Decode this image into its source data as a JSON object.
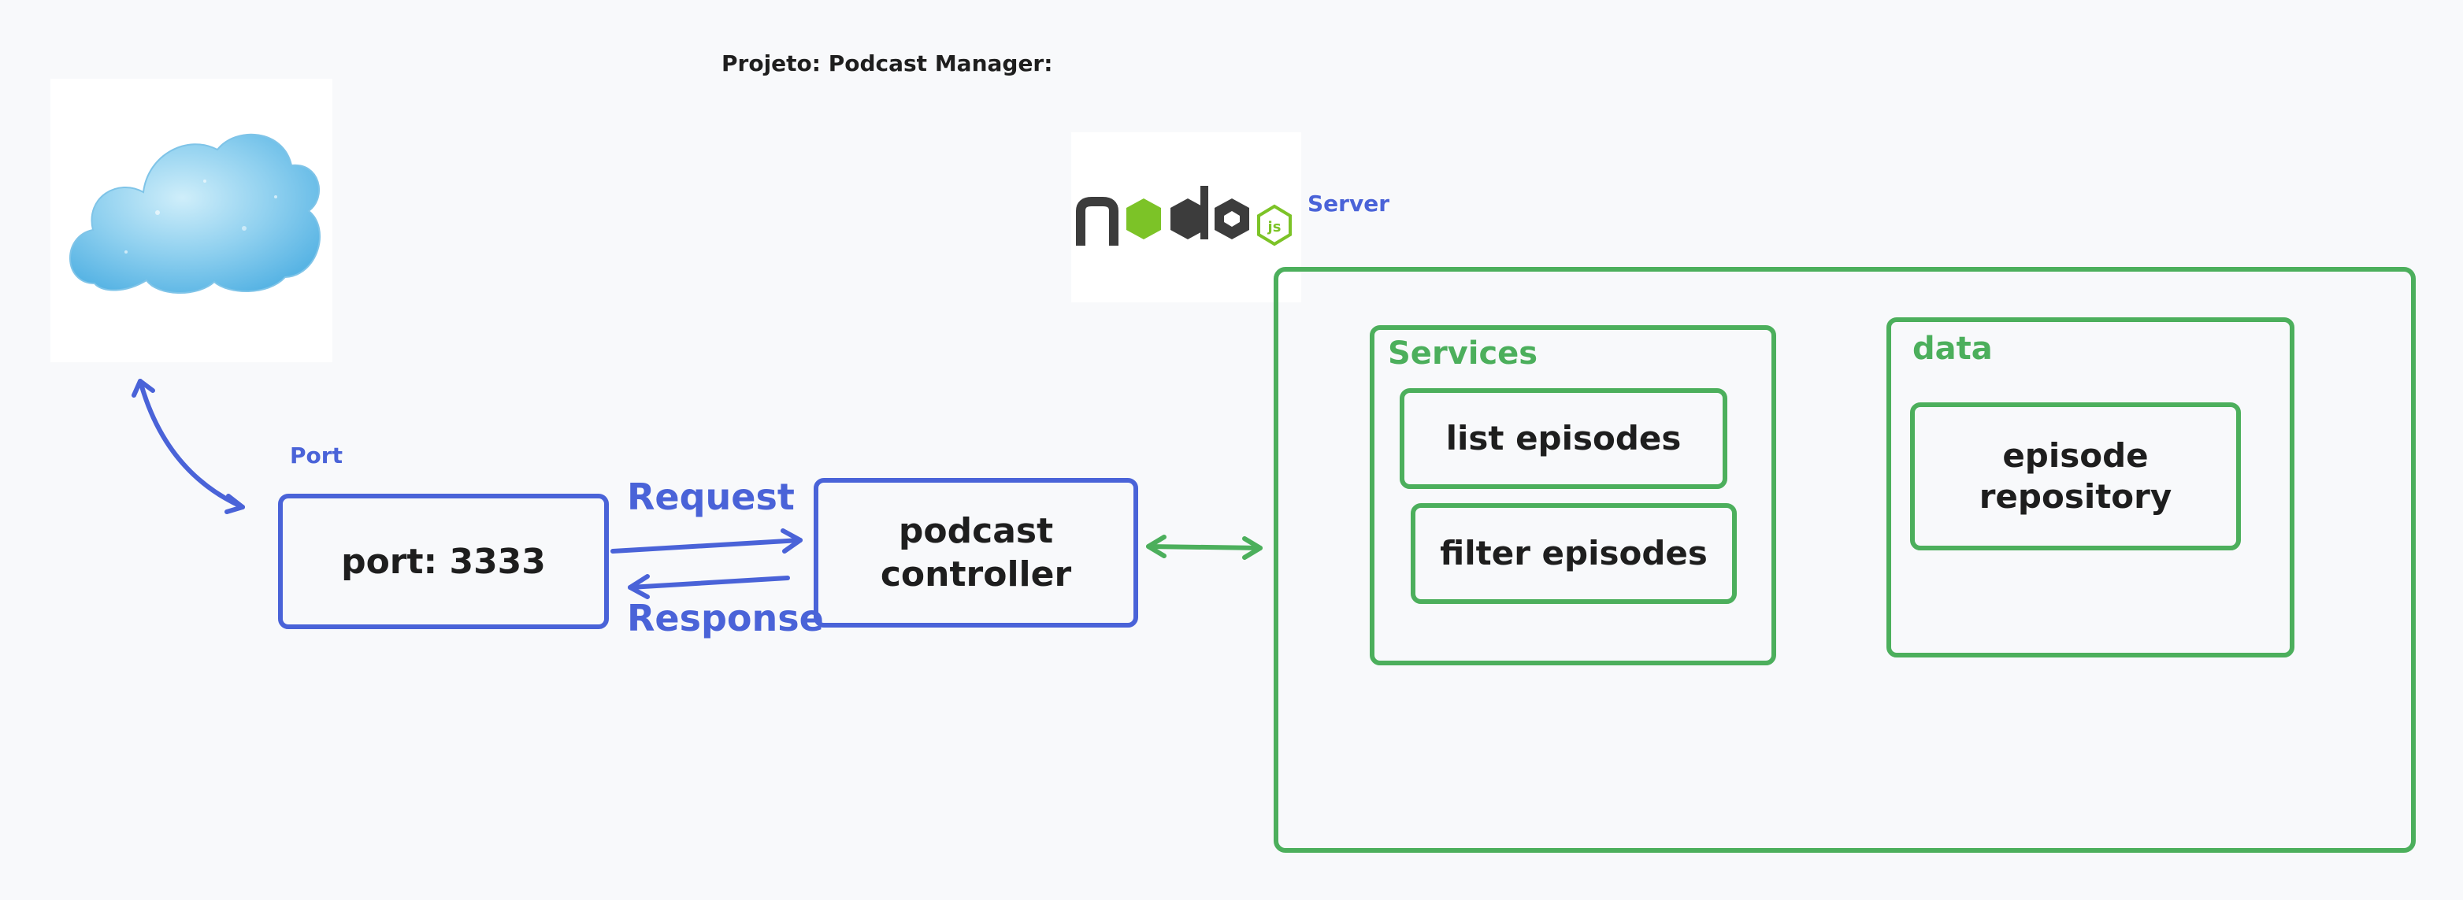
{
  "title": "Projeto: Podcast Manager:",
  "labels": {
    "port": "Port",
    "server": "Server",
    "request": "Request",
    "response": "Response",
    "services": "Services",
    "data": "data"
  },
  "boxes": {
    "port_box": "port: 3333",
    "controller_line1": "podcast",
    "controller_line2": "controller",
    "list_episodes": "list episodes",
    "filter_episodes": "filter episodes",
    "repository_line1": "episode",
    "repository_line2": "repository"
  },
  "icons": {
    "cloud": "cloud-icon",
    "nodejs": "nodejs-logo"
  },
  "colors": {
    "blue": "#4a63d8",
    "green": "#4caf5c",
    "text": "#1e1e1e",
    "background": "#f8f9fb",
    "node_dark": "#3c3c3c",
    "node_green": "#7cc327"
  }
}
